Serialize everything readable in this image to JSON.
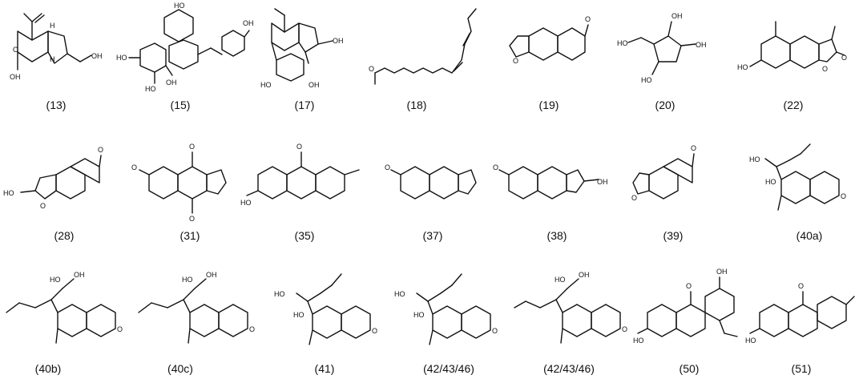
{
  "compounds": [
    {
      "id": "c13",
      "label": "(13)"
    },
    {
      "id": "c15",
      "label": "(15)"
    },
    {
      "id": "c17",
      "label": "(17)"
    },
    {
      "id": "c18",
      "label": "(18)"
    },
    {
      "id": "c19",
      "label": "(19)"
    },
    {
      "id": "c20",
      "label": "(20)"
    },
    {
      "id": "c22",
      "label": "(22)"
    },
    {
      "id": "c28",
      "label": "(28)"
    },
    {
      "id": "c31",
      "label": "(31)"
    },
    {
      "id": "c35",
      "label": "(35)"
    },
    {
      "id": "c37",
      "label": "(37)"
    },
    {
      "id": "c38",
      "label": "(38)"
    },
    {
      "id": "c39",
      "label": "(39)"
    },
    {
      "id": "c40a",
      "label": "(40a)"
    },
    {
      "id": "c40b",
      "label": "(40b)"
    },
    {
      "id": "c40c",
      "label": "(40c)"
    },
    {
      "id": "c41",
      "label": "(41)"
    },
    {
      "id": "c42a",
      "label": "(42/43/46)"
    },
    {
      "id": "c42b",
      "label": "(42/43/46)"
    },
    {
      "id": "c50",
      "label": "(50)"
    },
    {
      "id": "c51",
      "label": "(51)"
    }
  ],
  "atoms": {
    "O": "O",
    "OH": "OH",
    "HO": "HO",
    "H": "H"
  }
}
